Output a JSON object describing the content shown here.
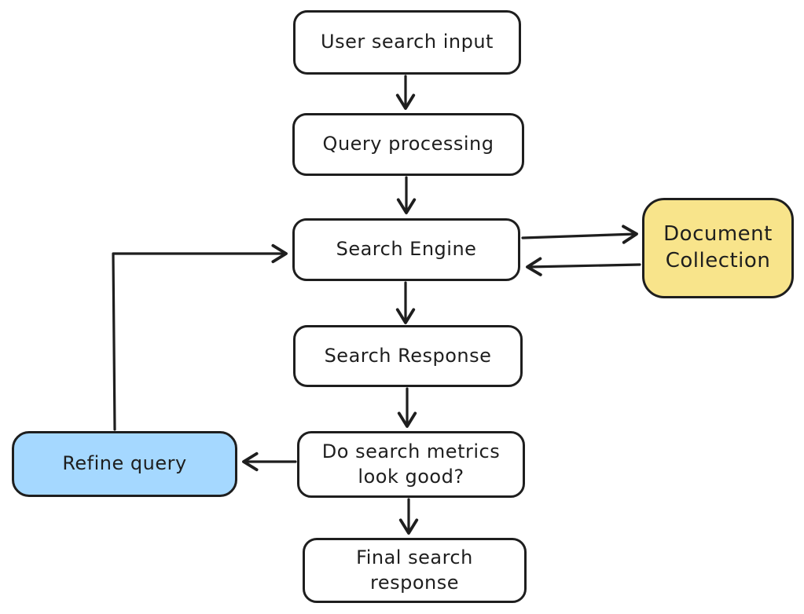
{
  "diagram": {
    "type": "flowchart",
    "style": "hand-drawn",
    "colors": {
      "stroke": "#1e1e1e",
      "background": "#ffffff",
      "node_default_fill": "#ffffff",
      "node_yellow": "#f8e48b",
      "node_blue": "#a5d8ff"
    },
    "nodes": [
      {
        "id": "user-search-input",
        "label": "User search input",
        "fill": "#ffffff"
      },
      {
        "id": "query-processing",
        "label": "Query processing",
        "fill": "#ffffff"
      },
      {
        "id": "search-engine",
        "label": "Search Engine",
        "fill": "#ffffff"
      },
      {
        "id": "document-collection",
        "label": "Document Collection",
        "fill": "#f8e48b"
      },
      {
        "id": "search-response",
        "label": "Search Response",
        "fill": "#ffffff"
      },
      {
        "id": "metrics-check",
        "label": "Do search metrics look good?",
        "fill": "#ffffff"
      },
      {
        "id": "refine-query",
        "label": "Refine query",
        "fill": "#a5d8ff"
      },
      {
        "id": "final-response",
        "label": "Final search response",
        "fill": "#ffffff"
      }
    ],
    "edges": [
      {
        "from": "user-search-input",
        "to": "query-processing"
      },
      {
        "from": "query-processing",
        "to": "search-engine"
      },
      {
        "from": "search-engine",
        "to": "document-collection"
      },
      {
        "from": "document-collection",
        "to": "search-engine"
      },
      {
        "from": "search-engine",
        "to": "search-response"
      },
      {
        "from": "search-response",
        "to": "metrics-check"
      },
      {
        "from": "metrics-check",
        "to": "refine-query"
      },
      {
        "from": "refine-query",
        "to": "search-engine"
      },
      {
        "from": "metrics-check",
        "to": "final-response"
      }
    ]
  }
}
